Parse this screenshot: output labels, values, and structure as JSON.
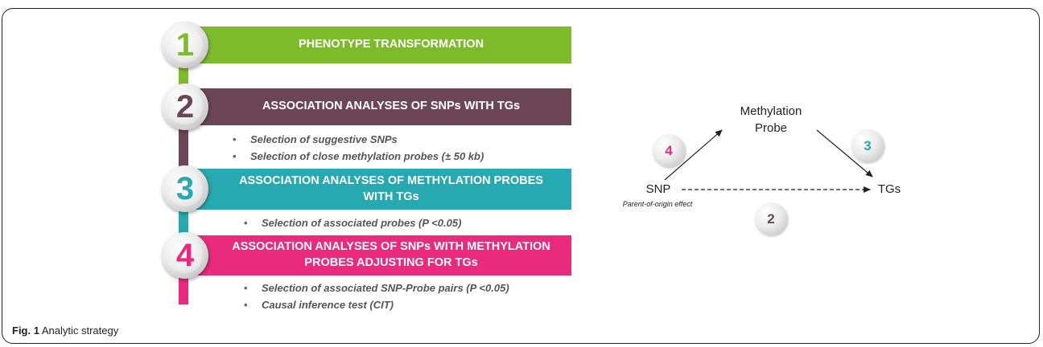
{
  "steps": [
    {
      "number": "1",
      "title": "PHENOTYPE TRANSFORMATION",
      "color": "#7dbb2b",
      "bullets": []
    },
    {
      "number": "2",
      "title": "ASSOCIATION ANALYSES OF SNPs WITH TGs",
      "color": "#6d4656",
      "bullets": [
        "Selection of suggestive SNPs",
        "Selection of close methylation probes (± 50 kb)"
      ]
    },
    {
      "number": "3",
      "title_line1": "ASSOCIATION  ANALYSES OF METHYLATION PROBES",
      "title_line2": "WITH TGs",
      "color": "#26a9b0",
      "bullets": [
        "Selection of associated probes (P <0.05)"
      ]
    },
    {
      "number": "4",
      "title_line1": "ASSOCIATION ANALYSES OF SNPs WITH METHYLATION",
      "title_line2": "PROBES ADJUSTING FOR TGs",
      "color": "#ea2a7d",
      "bullets": [
        "Selection of associated SNP-Probe pairs (P <0.05)",
        "Causal inference test (CIT)"
      ]
    }
  ],
  "diagram": {
    "nodes": {
      "methylation_line1": "Methylation",
      "methylation_line2": "Probe",
      "snp": "SNP",
      "snp_note": "Parent-of-origin effect",
      "tgs": "TGs"
    },
    "markers": {
      "snp_to_probe": "4",
      "probe_to_tgs": "3",
      "snp_to_tgs": "2"
    },
    "marker_colors": {
      "4": "#ea2a7d",
      "3": "#26a9b0",
      "2": "#6d4656"
    }
  },
  "caption": {
    "label": "Fig. 1",
    "text": " Analytic strategy"
  }
}
